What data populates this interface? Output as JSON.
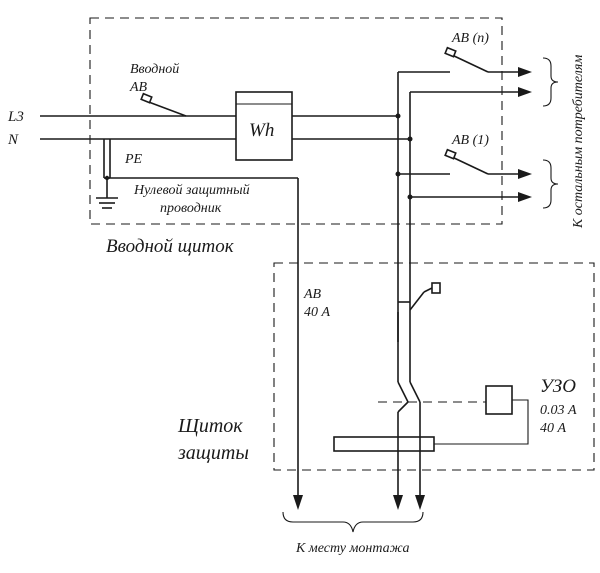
{
  "labels": {
    "l3": "L3",
    "n": "N",
    "input_breaker_line1": "Вводной",
    "input_breaker_line2": "АВ",
    "meter": "Wh",
    "pe": "PE",
    "pe_note_line1": "Нулевой защитный",
    "pe_note_line2": "проводник",
    "input_panel": "Вводной щиток",
    "breaker_n": "АВ (n)",
    "breaker_1": "АВ (1)",
    "other_consumers": "К остальным потребителям",
    "protection_breaker_line1": "АВ",
    "protection_breaker_line2": "40 А",
    "protection_panel_line1": "Щиток",
    "protection_panel_line2": "защиты",
    "rcd_name": "УЗО",
    "rcd_current_line1": "0.03 А",
    "rcd_current_line2": "40 А",
    "installation_site": "К месту монтажа"
  }
}
